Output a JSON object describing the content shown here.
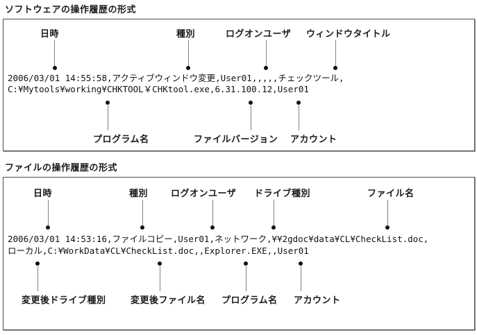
{
  "section1": {
    "title": "ソフトウェアの操作履歴の形式",
    "top_labels": [
      "日時",
      "種別",
      "ログオンユーザ",
      "ウィンドウタイトル"
    ],
    "log_line1": "2006/03/01 14:55:58,アクティブウィンドウ変更,User01,,,,,チェックツール,",
    "log_line2": "C:¥Mytools¥working¥CHKTOOL￥CHKtool.exe,6.31.100.12,User01",
    "bottom_labels": [
      "プログラム名",
      "ファイルバージョン",
      "アカウント"
    ]
  },
  "section2": {
    "title": "ファイルの操作履歴の形式",
    "top_labels": [
      "日時",
      "種別",
      "ログオンユーザ",
      "ドライブ種別",
      "ファイル名"
    ],
    "log_line1": "2006/03/01 14:53:16,ファイルコピー,User01,ネットワーク,¥¥2gdoc¥data¥CL¥CheckList.doc,",
    "log_line2": "ローカル,C:¥WorkData¥CL¥CheckList.doc,,Explorer.EXE,,User01",
    "bottom_labels": [
      "変更後ドライブ種別",
      "変更後ファイル名",
      "プログラム名",
      "アカウント"
    ]
  },
  "colors": {
    "background": "#ffffff",
    "border": "#4a4a4a",
    "leader_line": "#808080",
    "dot": "#111111",
    "text": "#1a1a1a"
  }
}
